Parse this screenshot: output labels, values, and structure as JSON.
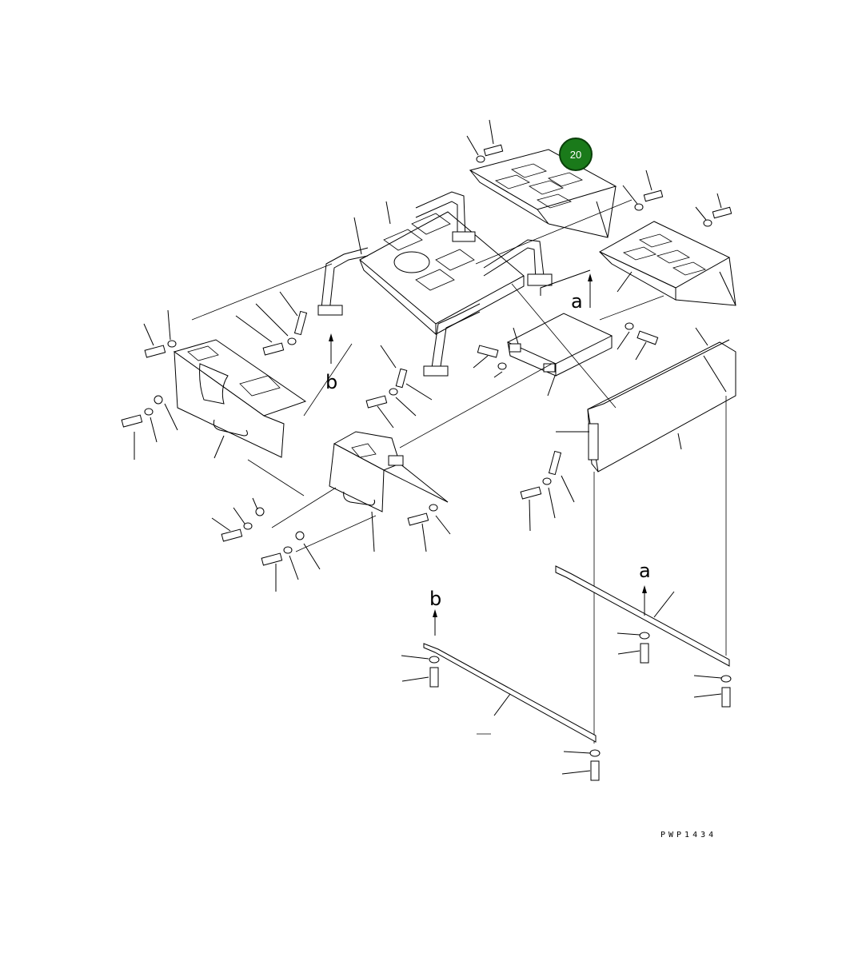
{
  "diagram": {
    "drawing_code": "PWP1434",
    "highlight_badge": {
      "label": "20",
      "color": "#1a7a1a",
      "ring_color": "#0a3f0a"
    },
    "reference_marks": {
      "a": "a",
      "b": "b"
    }
  }
}
